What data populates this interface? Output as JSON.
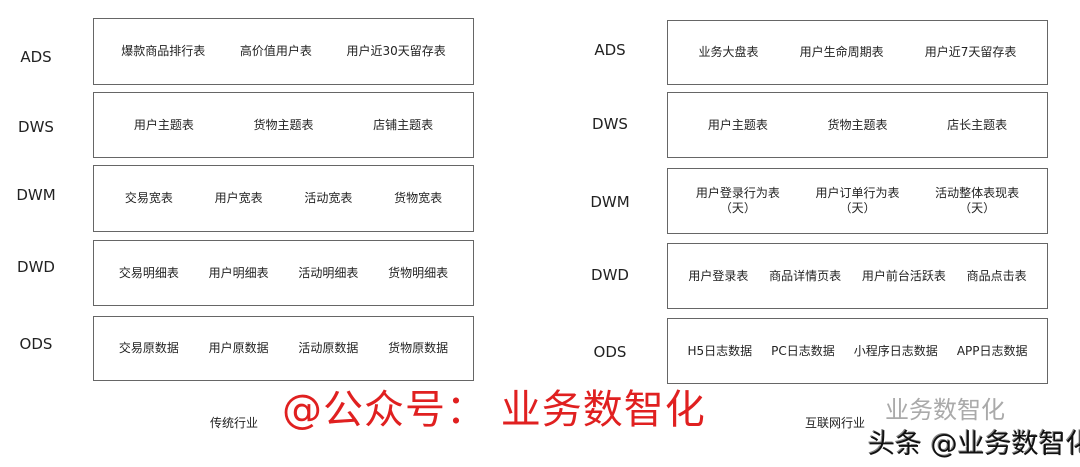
{
  "left": {
    "caption": "传统行业",
    "layers": [
      {
        "name": "ADS",
        "items": [
          "爆款商品排行表",
          "高价值用户表",
          "用户近30天留存表"
        ]
      },
      {
        "name": "DWS",
        "items": [
          "用户主题表",
          "货物主题表",
          "店铺主题表"
        ]
      },
      {
        "name": "DWM",
        "items": [
          "交易宽表",
          "用户宽表",
          "活动宽表",
          "货物宽表"
        ]
      },
      {
        "name": "DWD",
        "items": [
          "交易明细表",
          "用户明细表",
          "活动明细表",
          "货物明细表"
        ]
      },
      {
        "name": "ODS",
        "items": [
          "交易原数据",
          "用户原数据",
          "活动原数据",
          "货物原数据"
        ]
      }
    ]
  },
  "right": {
    "caption": "互联网行业",
    "layers": [
      {
        "name": "ADS",
        "items": [
          "业务大盘表",
          "用户生命周期表",
          "用户近7天留存表"
        ]
      },
      {
        "name": "DWS",
        "items": [
          "用户主题表",
          "货物主题表",
          "店长主题表"
        ]
      },
      {
        "name": "DWM",
        "items": [
          "用户登录行为表\n（天）",
          "用户订单行为表\n（天）",
          "活动整体表现表\n（天）"
        ]
      },
      {
        "name": "DWD",
        "items": [
          "用户登录表",
          "商品详情页表",
          "用户前台活跃表",
          "商品点击表"
        ]
      },
      {
        "name": "ODS",
        "items": [
          "H5日志数据",
          "PC日志数据",
          "小程序日志数据",
          "APP日志数据"
        ]
      }
    ]
  },
  "watermarks": {
    "red": "@公众号： 业务数智化",
    "toutiao": "头条 @业务数智化",
    "faint": "业务数智化"
  }
}
